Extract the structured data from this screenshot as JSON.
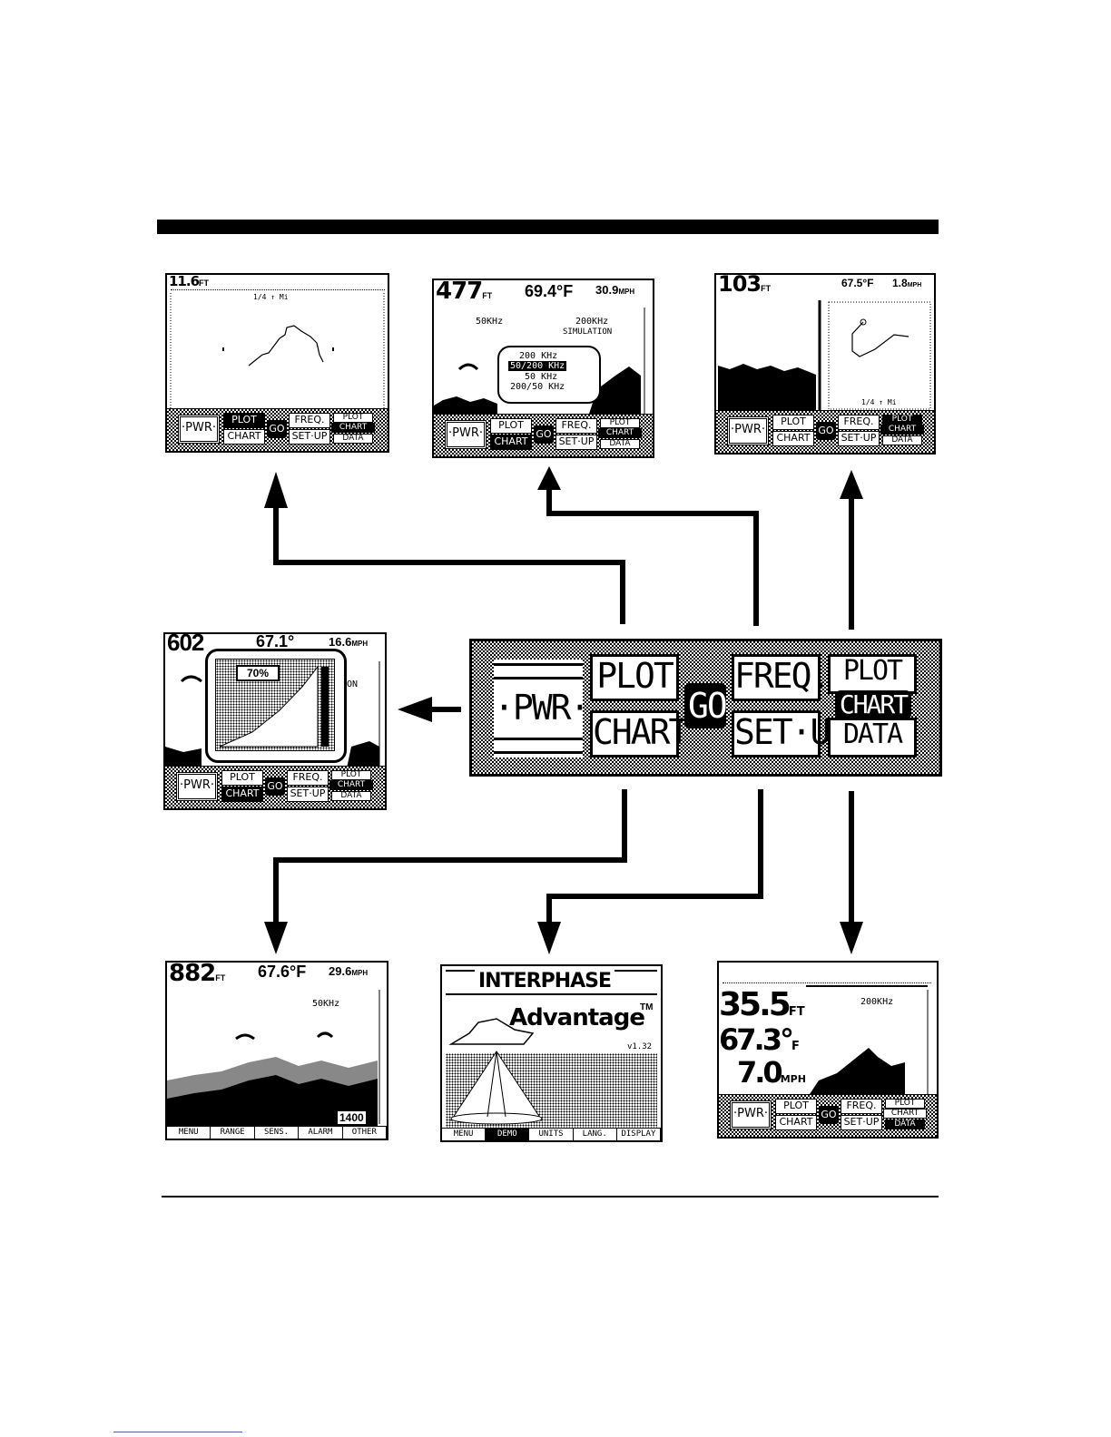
{
  "controls": {
    "pwr": "·PWR·",
    "plot": "PLOT",
    "chart": "CHART",
    "go": "GO",
    "freq": "FREQ.",
    "setup": "SET·UP",
    "plot_small": "PLOT",
    "chart_small": "CHART",
    "data": "DATA"
  },
  "screen_plot": {
    "depth": "11.6",
    "depth_unit": "FT",
    "scale": "1/4 ↑ Mi"
  },
  "screen_freq": {
    "depth": "477",
    "depth_unit": "FT",
    "temp": "69.4°F",
    "speed": "30.9",
    "speed_unit": "MPH",
    "left_freq": "50KHz",
    "right_freq": "200KHz",
    "mode": "SIMULATION",
    "menu": [
      "200 KHz",
      "50/200 KHz",
      "50 KHz",
      "200/50 KHz"
    ]
  },
  "screen_split": {
    "depth": "103",
    "depth_unit": "FT",
    "temp": "67.5°F",
    "speed": "1.8",
    "speed_unit": "MPH",
    "scale": "1/4 ↑ Mi"
  },
  "screen_pwr": {
    "depth": "602",
    "temp": "67.1°",
    "speed": "16.6",
    "speed_unit": "MPH",
    "level": "70%",
    "partial": "ON"
  },
  "screen_chart": {
    "depth": "882",
    "depth_unit": "FT",
    "temp": "67.6°F",
    "speed": "29.6",
    "speed_unit": "MPH",
    "freq": "50KHz",
    "range": "1400",
    "menu": [
      "MENU",
      "RANGE",
      "SENS.",
      "ALARM",
      "OTHER"
    ]
  },
  "screen_setup": {
    "brand": "INTERPHASE",
    "product": "Advantage",
    "tm": "TM",
    "version": "v1.32",
    "menu": [
      "MENU",
      "DEMO",
      "UNITS",
      "LANG.",
      "DISPLAY"
    ]
  },
  "screen_data": {
    "depth": "35.5",
    "depth_unit": "FT",
    "temp": "67.3°",
    "temp_unit": "F",
    "speed": "7.0",
    "speed_unit": "MPH",
    "freq": "200KHz"
  }
}
